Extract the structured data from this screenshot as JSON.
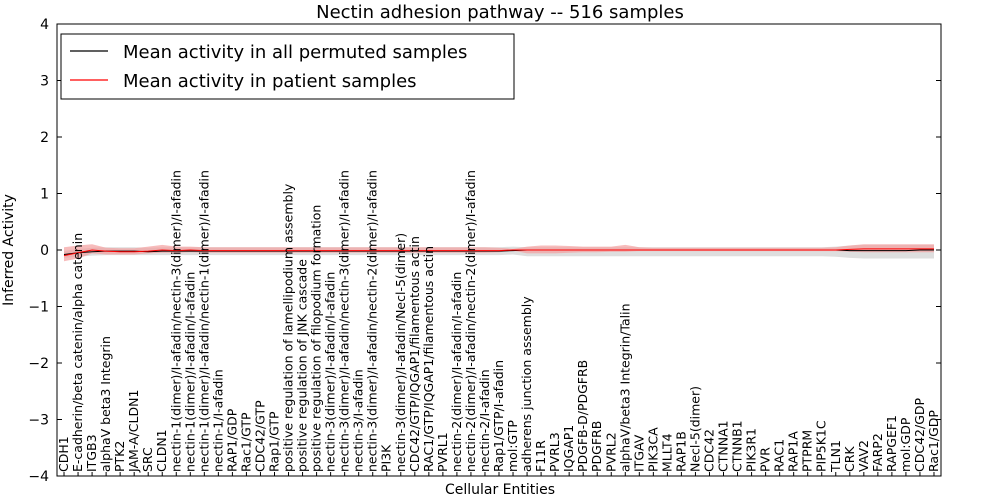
{
  "chart_data": {
    "type": "line",
    "title": "Nectin adhesion pathway -- 516 samples",
    "xlabel": "Cellular Entities",
    "ylabel": "Inferred Activity",
    "ylim": [
      -4,
      4
    ],
    "yticks": [
      "4",
      "3",
      "2",
      "1",
      "0",
      "−1",
      "−2",
      "−3",
      "−4"
    ],
    "grid": false,
    "legend_position": "top-left",
    "categories": [
      "CDH1",
      "E-cadherin/beta catenin/alpha catenin",
      "ITGB3",
      "alphaV beta3 Integrin",
      "PTK2",
      "JAM-A/CLDN1",
      "SRC",
      "CLDN1",
      "nectin-1(dimer)/I-afadin/nectin-3(dimer)/I-afadin",
      "nectin-1(dimer)/I-afadin/I-afadin",
      "nectin-1(dimer)/I-afadin/nectin-1(dimer)/I-afadin",
      "nectin-1/I-afadin",
      "RAP1/GDP",
      "Rac1/GTP",
      "CDC42/GTP",
      "Rap1/GTP",
      "positive regulation of lamellipodium assembly",
      "positive regulation of JNK cascade",
      "positive regulation of filopodium formation",
      "nectin-3(dimer)/I-afadin/I-afadin",
      "nectin-3(dimer)/I-afadin/nectin-3(dimer)/I-afadin",
      "nectin-3/I-afadin",
      "nectin-3(dimer)/I-afadin/nectin-2(dimer)/I-afadin",
      "PI3K",
      "nectin-3(dimer)/I-afadin/Necl-5(dimer)",
      "CDC42/GTP/IQGAP1/filamentous actin",
      "RAC1/GTP/IQGAP1/filamentous actin",
      "PVRL1",
      "nectin-2(dimer)/I-afadin/I-afadin",
      "nectin-2(dimer)/I-afadin/nectin-2(dimer)/I-afadin",
      "nectin-2/I-afadin",
      "Rap1/GTP/I-afadin",
      "mol:GTP",
      "adherens junction assembly",
      "F11R",
      "PVRL3",
      "IQGAP1",
      "PDGFB-D/PDGFRB",
      "PDGFRB",
      "PVRL2",
      "alphaV/beta3 Integrin/Talin",
      "ITGAV",
      "PIK3CA",
      "MLLT4",
      "RAP1B",
      "Necl-5(dimer)",
      "CDC42",
      "CTNNA1",
      "CTNNB1",
      "PIK3R1",
      "PVR",
      "RAC1",
      "RAP1A",
      "PTPRM",
      "PIP5K1C",
      "TLN1",
      "CRK",
      "VAV2",
      "FARP2",
      "RAPGEF1",
      "mol:GDP",
      "CDC42/GDP",
      "Rac1/GDP"
    ],
    "series": [
      {
        "name": "Mean activity in all permuted samples",
        "color": "#000000",
        "band_color": "#c8c8c8",
        "values": [
          -0.08,
          -0.05,
          -0.03,
          -0.02,
          -0.02,
          -0.02,
          -0.03,
          -0.02,
          -0.02,
          -0.02,
          -0.02,
          -0.02,
          -0.02,
          -0.02,
          -0.02,
          -0.02,
          -0.02,
          -0.02,
          -0.02,
          -0.02,
          -0.02,
          -0.02,
          -0.02,
          -0.02,
          -0.02,
          -0.02,
          -0.02,
          -0.02,
          -0.02,
          -0.02,
          -0.02,
          -0.02,
          -0.01,
          0.0,
          0.0,
          0.0,
          0.0,
          0.0,
          0.0,
          0.0,
          0.0,
          0.0,
          0.0,
          0.0,
          0.0,
          0.0,
          0.0,
          0.0,
          0.0,
          0.0,
          0.0,
          0.0,
          0.0,
          0.0,
          0.0,
          0.0,
          -0.01,
          -0.01,
          -0.01,
          -0.01,
          -0.01,
          0.0,
          0.0
        ],
        "low": [
          -0.14,
          -0.12,
          -0.1,
          -0.09,
          -0.09,
          -0.09,
          -0.09,
          -0.09,
          -0.09,
          -0.09,
          -0.09,
          -0.09,
          -0.09,
          -0.09,
          -0.09,
          -0.09,
          -0.09,
          -0.09,
          -0.09,
          -0.09,
          -0.09,
          -0.09,
          -0.09,
          -0.09,
          -0.09,
          -0.09,
          -0.09,
          -0.09,
          -0.09,
          -0.09,
          -0.09,
          -0.09,
          -0.08,
          -0.11,
          -0.11,
          -0.11,
          -0.11,
          -0.11,
          -0.11,
          -0.11,
          -0.11,
          -0.11,
          -0.11,
          -0.11,
          -0.11,
          -0.11,
          -0.11,
          -0.11,
          -0.11,
          -0.11,
          -0.11,
          -0.11,
          -0.11,
          -0.11,
          -0.11,
          -0.12,
          -0.14,
          -0.15,
          -0.15,
          -0.15,
          -0.15,
          -0.15,
          -0.15
        ],
        "high": [
          -0.02,
          0.02,
          0.04,
          0.05,
          0.05,
          0.05,
          0.04,
          0.05,
          0.05,
          0.05,
          0.05,
          0.05,
          0.05,
          0.05,
          0.05,
          0.05,
          0.05,
          0.05,
          0.05,
          0.05,
          0.05,
          0.05,
          0.05,
          0.05,
          0.05,
          0.05,
          0.05,
          0.05,
          0.05,
          0.05,
          0.05,
          0.05,
          0.06,
          0.05,
          0.05,
          0.05,
          0.05,
          0.05,
          0.05,
          0.05,
          0.05,
          0.05,
          0.05,
          0.05,
          0.05,
          0.05,
          0.05,
          0.05,
          0.05,
          0.05,
          0.05,
          0.05,
          0.05,
          0.05,
          0.05,
          0.06,
          0.08,
          0.09,
          0.09,
          0.09,
          0.09,
          0.09,
          0.09
        ]
      },
      {
        "name": "Mean activity in patient samples",
        "color": "#ff0000",
        "band_color": "#f4a0a0",
        "values": [
          -0.1,
          -0.05,
          0.0,
          -0.02,
          -0.03,
          -0.03,
          -0.02,
          0.0,
          -0.01,
          0.0,
          -0.01,
          -0.01,
          -0.01,
          -0.01,
          -0.01,
          -0.01,
          -0.01,
          -0.01,
          -0.01,
          -0.01,
          -0.01,
          -0.01,
          -0.01,
          -0.01,
          -0.01,
          -0.01,
          -0.01,
          -0.01,
          -0.01,
          -0.01,
          -0.01,
          -0.01,
          0.0,
          0.0,
          0.0,
          0.0,
          0.0,
          0.0,
          0.0,
          0.0,
          0.0,
          0.0,
          0.0,
          0.0,
          0.0,
          0.0,
          0.0,
          0.0,
          0.0,
          0.0,
          0.0,
          0.0,
          0.0,
          0.0,
          0.0,
          0.0,
          0.01,
          0.02,
          0.02,
          0.02,
          0.02,
          0.02,
          0.02
        ],
        "low": [
          -0.2,
          -0.15,
          -0.06,
          -0.08,
          -0.08,
          -0.08,
          -0.06,
          -0.05,
          -0.05,
          -0.04,
          -0.05,
          -0.05,
          -0.05,
          -0.05,
          -0.05,
          -0.05,
          -0.05,
          -0.05,
          -0.05,
          -0.05,
          -0.05,
          -0.05,
          -0.05,
          -0.05,
          -0.05,
          -0.05,
          -0.05,
          -0.05,
          -0.05,
          -0.05,
          -0.05,
          -0.04,
          -0.01,
          -0.06,
          -0.06,
          -0.06,
          -0.05,
          -0.04,
          -0.04,
          -0.03,
          -0.03,
          -0.02,
          -0.02,
          -0.02,
          -0.02,
          -0.02,
          -0.02,
          -0.02,
          -0.02,
          -0.02,
          -0.02,
          -0.02,
          -0.02,
          -0.02,
          -0.02,
          -0.02,
          -0.03,
          -0.04,
          -0.04,
          -0.04,
          -0.04,
          -0.04,
          -0.04
        ],
        "high": [
          0.05,
          0.08,
          0.1,
          0.04,
          0.03,
          0.03,
          0.06,
          0.09,
          0.06,
          0.06,
          0.05,
          0.05,
          0.05,
          0.05,
          0.05,
          0.05,
          0.05,
          0.05,
          0.05,
          0.05,
          0.05,
          0.05,
          0.05,
          0.05,
          0.05,
          0.05,
          0.05,
          0.05,
          0.05,
          0.05,
          0.05,
          0.04,
          0.02,
          0.06,
          0.08,
          0.08,
          0.07,
          0.06,
          0.06,
          0.06,
          0.09,
          0.05,
          0.04,
          0.04,
          0.04,
          0.04,
          0.04,
          0.04,
          0.04,
          0.04,
          0.04,
          0.04,
          0.04,
          0.04,
          0.04,
          0.05,
          0.08,
          0.1,
          0.1,
          0.1,
          0.1,
          0.1,
          0.1
        ]
      }
    ]
  }
}
